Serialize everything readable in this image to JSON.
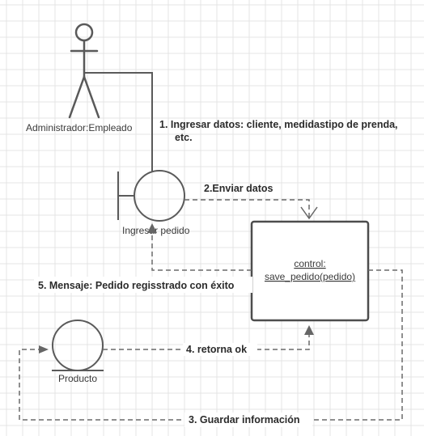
{
  "actor": {
    "label": "Administrador:Empleado"
  },
  "boundary": {
    "label": "Ingresar pedido"
  },
  "control": {
    "line1": "control:",
    "line2": "save_pedido(pedido)"
  },
  "entity": {
    "label": "Producto"
  },
  "messages": {
    "m1_line1": "1.  Ingresar datos: cliente, medidastipo de prenda,",
    "m1_line2": "etc.",
    "m2": "2.Enviar datos",
    "m3": "3. Guardar información",
    "m4": "4. retorna ok",
    "m5": "5. Mensaje: Pedido regisstrado con éxito"
  },
  "colors": {
    "stroke": "#5a5a5a",
    "grid": "#e4e4e4",
    "text": "#2b2b2b"
  }
}
